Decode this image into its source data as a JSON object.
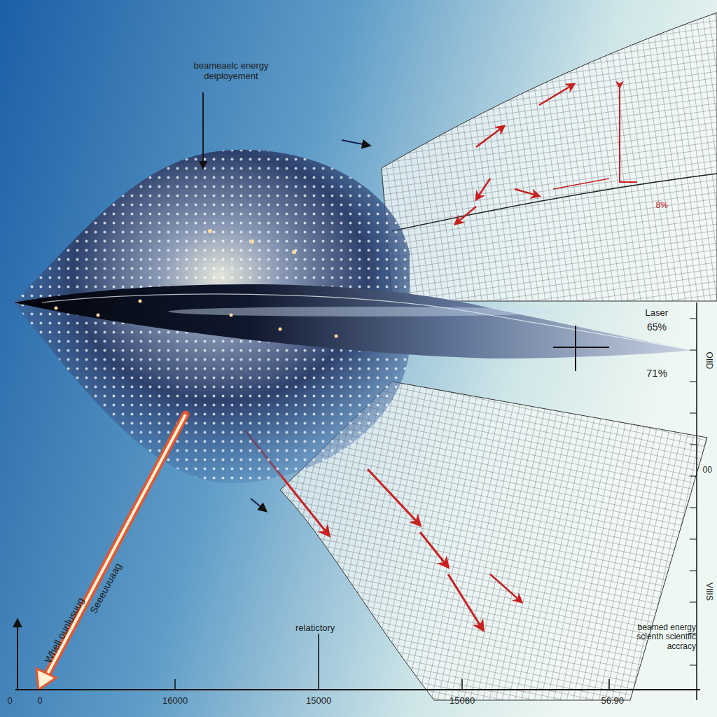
{
  "diagram": {
    "labels": [
      "beameaelc energy deiployement",
      "Laser",
      "65%",
      "71%",
      "8%",
      "Whell ounlusuug",
      "Seeeuuuaag",
      "relatictory",
      "beamed energy scienth scientfic accracy",
      "0",
      "0",
      "16000",
      "15000",
      "15060",
      "56.90",
      "OIID",
      "00",
      "VIIIS"
    ]
  }
}
